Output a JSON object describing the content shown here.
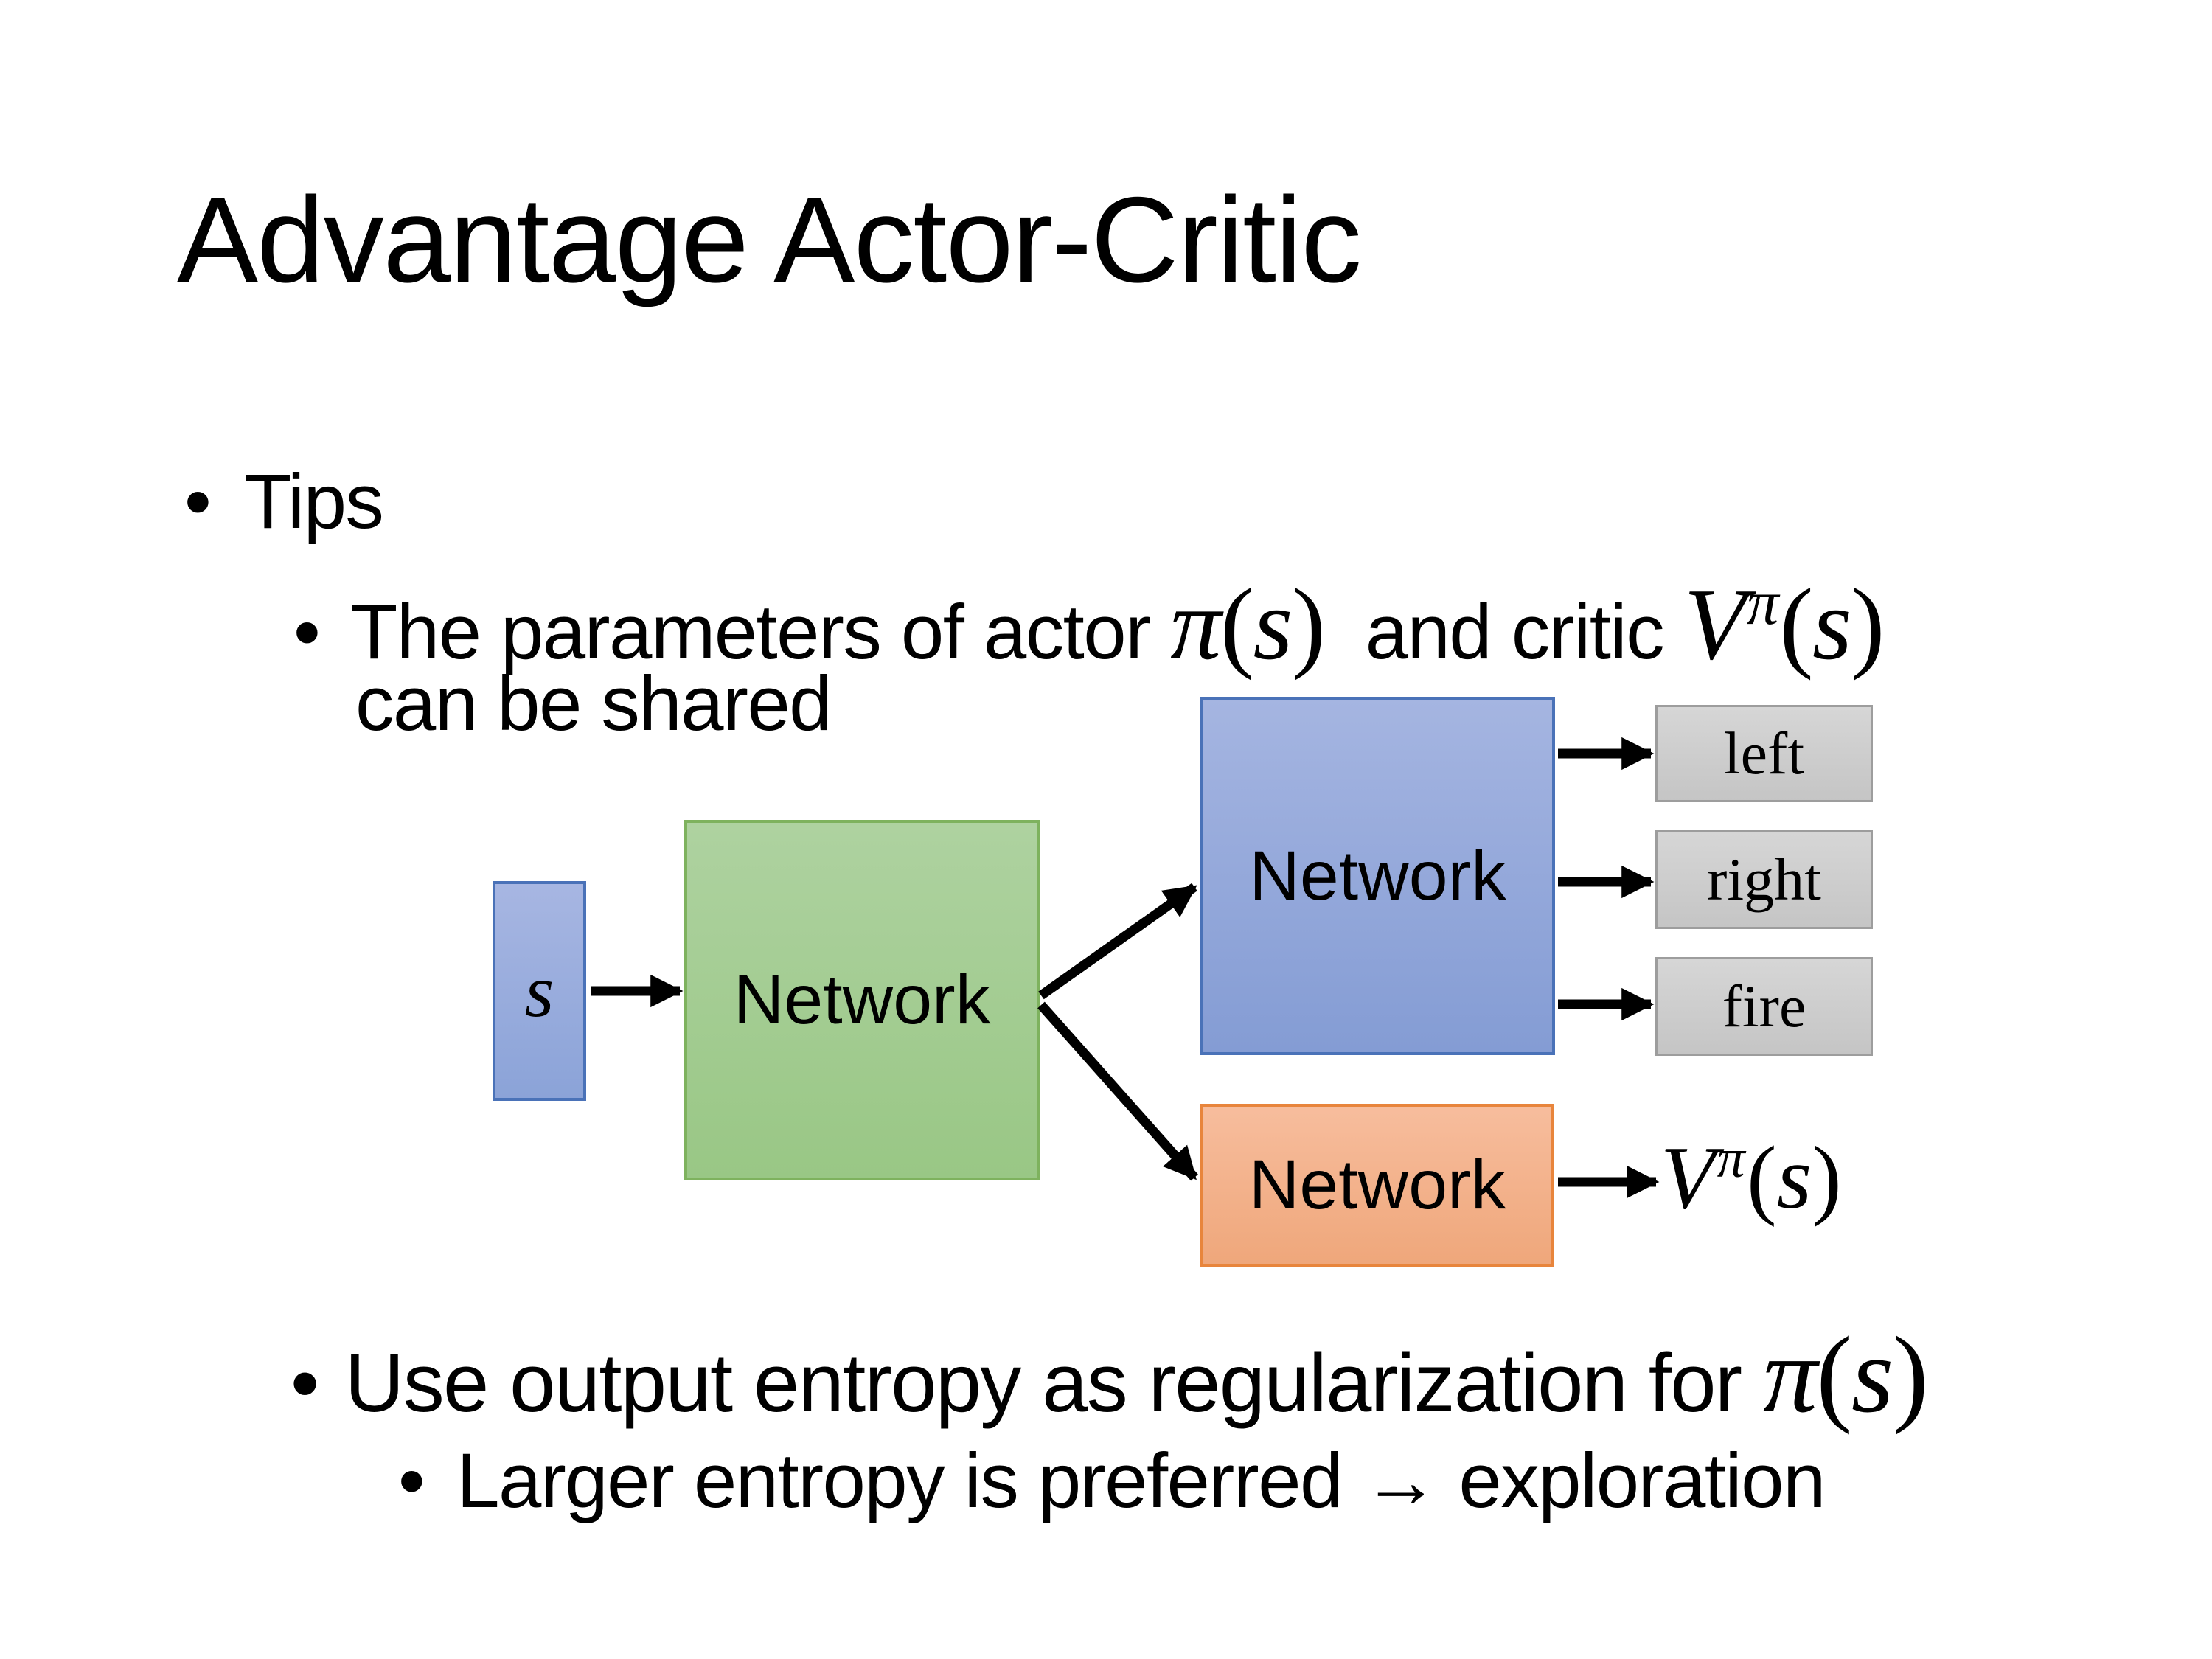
{
  "slide": {
    "title": "Advantage Actor-Critic",
    "bullet_char": "•",
    "tips": "Tips",
    "param_prefix": "The parameters of actor ",
    "param_mid": "  and critic ",
    "param_line2": "can be shared",
    "entropy_prefix": "Use output entropy as regularization for ",
    "explore_text": "Larger entropy is preferred → exploration"
  },
  "math": {
    "V": "V",
    "pi": "π",
    "s": "s",
    "lparen": "(",
    "rparen": ")"
  },
  "diagram": {
    "state_label": "s",
    "shared_network_label": "Network",
    "actor_network_label": "Network",
    "critic_network_label": "Network",
    "actions": [
      "left",
      "right",
      "fire"
    ]
  },
  "colors": {
    "background": "#ffffff",
    "text": "#000000",
    "state_box_fill_top": "#a7b6e2",
    "state_box_fill_bottom": "#8ba3d8",
    "state_box_border": "#4a72b8",
    "shared_fill_top": "#aed2a0",
    "shared_fill_bottom": "#99c785",
    "shared_border": "#7eb25e",
    "actor_fill_top": "#a5b5e1",
    "actor_fill_bottom": "#849cd4",
    "actor_border": "#4a72b8",
    "critic_fill_top": "#f7bd9d",
    "critic_fill_bottom": "#efa77b",
    "critic_border": "#e8853c",
    "action_fill_top": "#d6d6d6",
    "action_fill_bottom": "#c5c5c5",
    "action_border": "#9d9d9d",
    "arrow": "#000000"
  }
}
